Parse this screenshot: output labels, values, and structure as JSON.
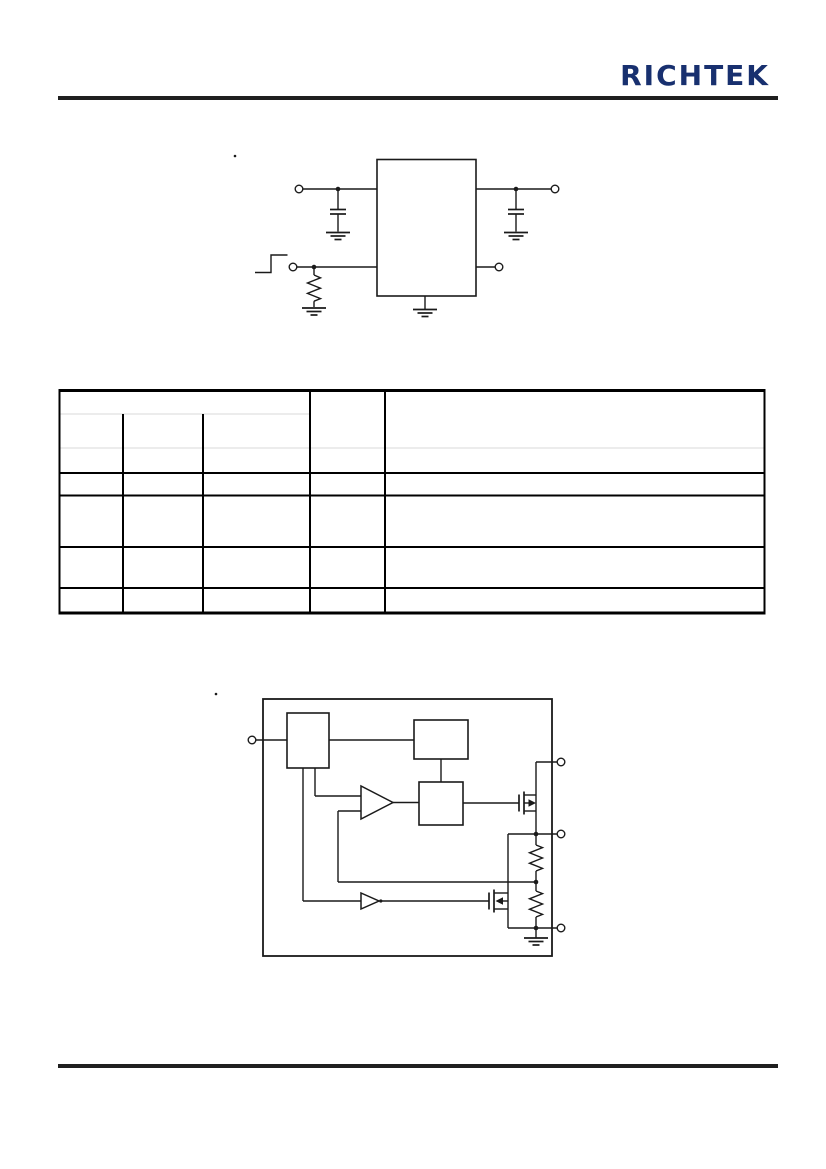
{
  "header": {
    "logo_text": "RICHTEK"
  },
  "colors": {
    "logo_navy": "#18306f",
    "rule_black": "#1f1f1f",
    "diagram_line": "#1a1a1a",
    "table_faint_line": "#d9d9d9",
    "background": "#ffffff"
  },
  "table": {
    "columns": 5,
    "data_rows": 4,
    "visible_text": ""
  }
}
